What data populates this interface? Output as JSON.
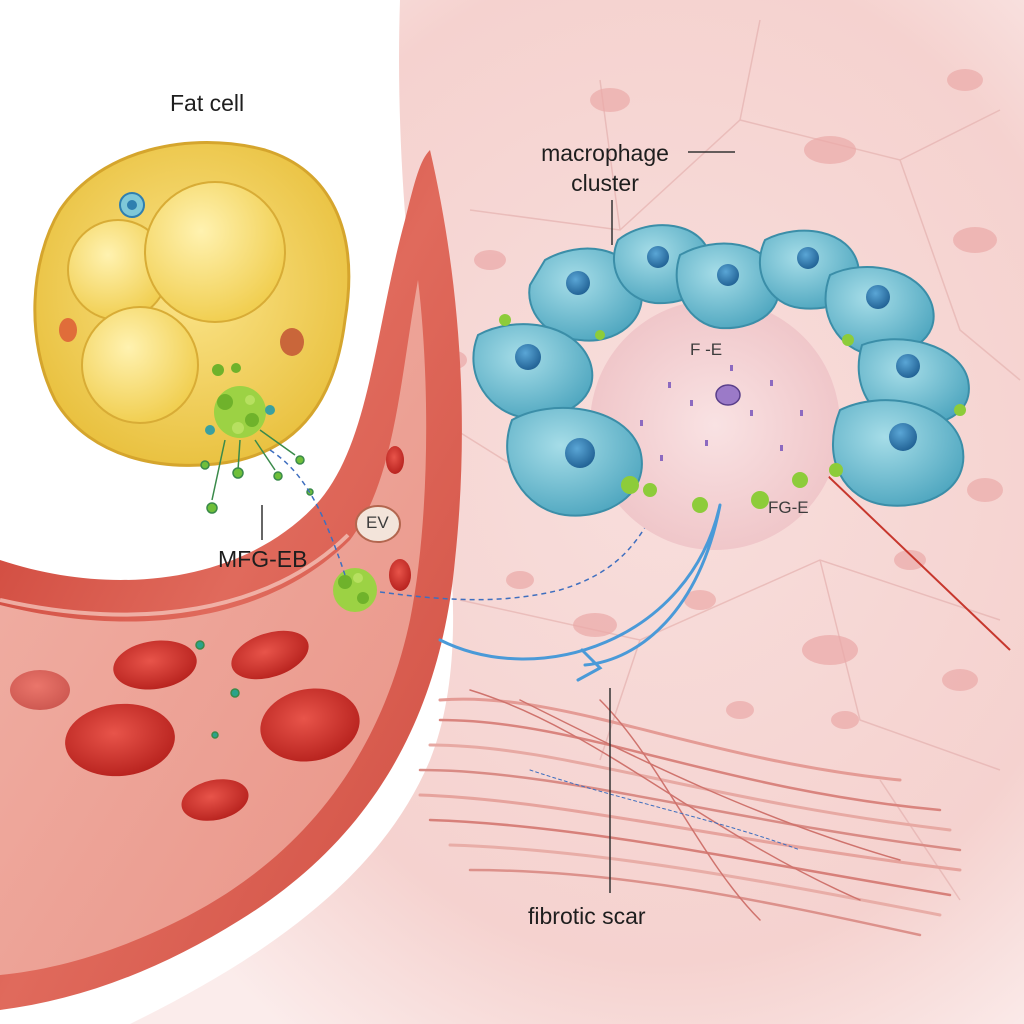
{
  "labels": {
    "fat_cell": "Fat cell",
    "macrophage_cluster_line1": "macrophage",
    "macrophage_cluster_line2": "cluster",
    "mfg_e8": "MFG-EB",
    "ev": "EV",
    "center_marker": "F -E",
    "right_marker": "FG-E",
    "fibrotic_scar": "fibrotic scar"
  },
  "colors": {
    "tissue_pink": "#f6d6d4",
    "vessel_red": "#d9443a",
    "fat_yellow": "#f3d35a",
    "macrophage_blue": "#7cc5d6",
    "nucleus_blue": "#2f7fb0",
    "mfg_green": "#8dcc3a",
    "arrow_blue": "#4a9ad8",
    "scar_pink": "#e9a9a4"
  },
  "icons": {
    "vesicle": "ev-vesicle-icon",
    "arrow": "flow-arrow-icon"
  }
}
